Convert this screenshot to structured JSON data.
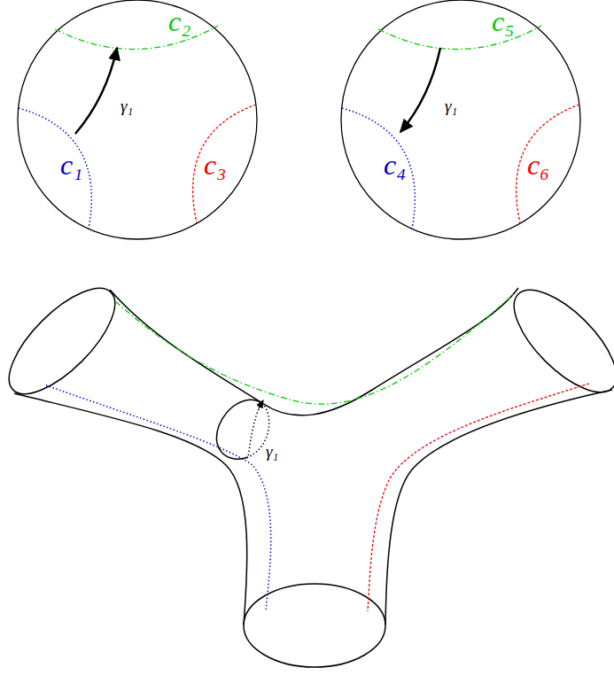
{
  "diagram": {
    "labels": [
      "c₂",
      "γ₁",
      "c₁",
      "c₃",
      "c₅",
      "γ₁",
      "c₄",
      "c₆",
      "γ₁"
    ]
  }
}
